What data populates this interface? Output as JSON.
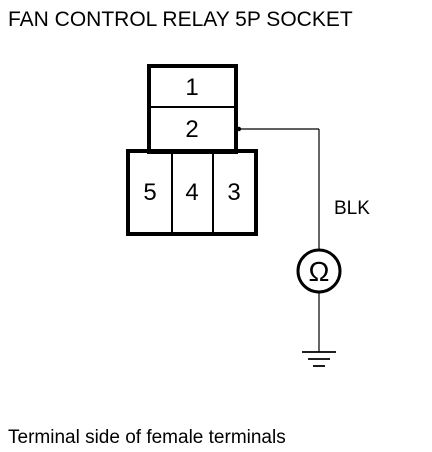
{
  "title": "FAN CONTROL RELAY 5P SOCKET",
  "connector": {
    "terminals": [
      {
        "id": "t1",
        "label": "1"
      },
      {
        "id": "t2",
        "label": "2"
      },
      {
        "id": "t5",
        "label": "5"
      },
      {
        "id": "t4",
        "label": "4"
      },
      {
        "id": "t3",
        "label": "3"
      }
    ]
  },
  "wire": {
    "color_label": "BLK"
  },
  "meter": {
    "symbol": "Ω",
    "icon": "ohmmeter-icon"
  },
  "ground": {
    "icon": "ground-icon"
  },
  "caption": "Terminal side of female terminals"
}
